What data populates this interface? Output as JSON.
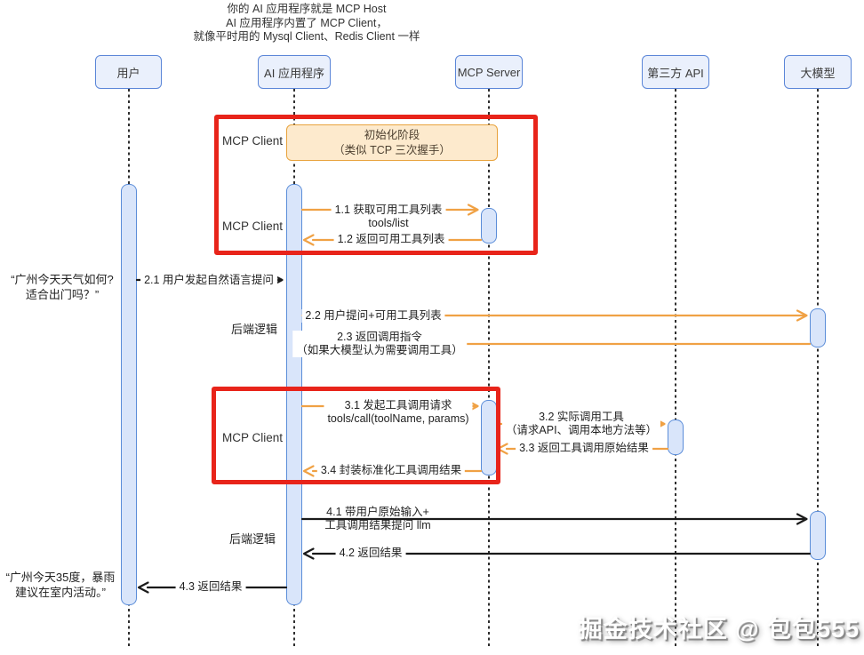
{
  "header_note": {
    "line1": "你的 AI 应用程序就是 MCP Host",
    "line2": "AI 应用程序内置了 MCP Client，",
    "line3": "就像平时用的 Mysql Client、Redis Client 一样"
  },
  "actors": {
    "user": "用户",
    "ai_app": "AI 应用程序",
    "mcp_server": "MCP Server",
    "third_party_api": "第三方 API",
    "llm": "大模型"
  },
  "annotations": {
    "mcp_client_1": "MCP Client",
    "mcp_client_2": "MCP Client",
    "mcp_client_3": "MCP Client",
    "backend_logic_1": "后端逻辑",
    "backend_logic_2": "后端逻辑",
    "init_phase": {
      "line1": "初始化阶段",
      "line2": "（类似 TCP 三次握手）"
    },
    "user_question": {
      "line1": "“广州今天天气如何?",
      "line2": "适合出门吗？”"
    },
    "user_answer": {
      "line1": "“广州今天35度，暴雨",
      "line2": "建议在室内活动。”"
    }
  },
  "messages": {
    "m11": {
      "line1": "1.1 获取可用工具列表",
      "line2": "tools/list"
    },
    "m12": {
      "line1": "1.2 返回可用工具列表"
    },
    "m21": {
      "line1": "2.1 用户发起自然语言提问"
    },
    "m22": {
      "line1": "2.2 用户提问+可用工具列表"
    },
    "m23": {
      "line1": "2.3 返回调用指令",
      "line2": "（如果大模型认为需要调用工具）"
    },
    "m31": {
      "line1": "3.1 发起工具调用请求",
      "line2": "tools/call(toolName, params)"
    },
    "m32": {
      "line1": "3.2 实际调用工具",
      "line2": "（请求API、调用本地方法等）"
    },
    "m33": {
      "line1": "3.3 返回工具调用原始结果"
    },
    "m34": {
      "line1": "3.4 封装标准化工具调用结果"
    },
    "m41": {
      "line1": "4.1 带用户原始输入+",
      "line2": "工具调用结果提问 llm"
    },
    "m42": {
      "line1": "4.2 返回结果"
    },
    "m43": {
      "line1": "4.3 返回结果"
    }
  },
  "watermark": "掘金技术社区 @ 包包555",
  "colors": {
    "arrow_orange": "#F0A144",
    "arrow_black": "#1a1a1a",
    "red_highlight": "#E8241A",
    "actor_fill": "#EAF0FC",
    "actor_border": "#5B86D8",
    "activation_fill": "#D9E5FA",
    "activation_border": "#5B8DD9",
    "init_fill": "#FDEACD",
    "init_border": "#E8A33D"
  }
}
